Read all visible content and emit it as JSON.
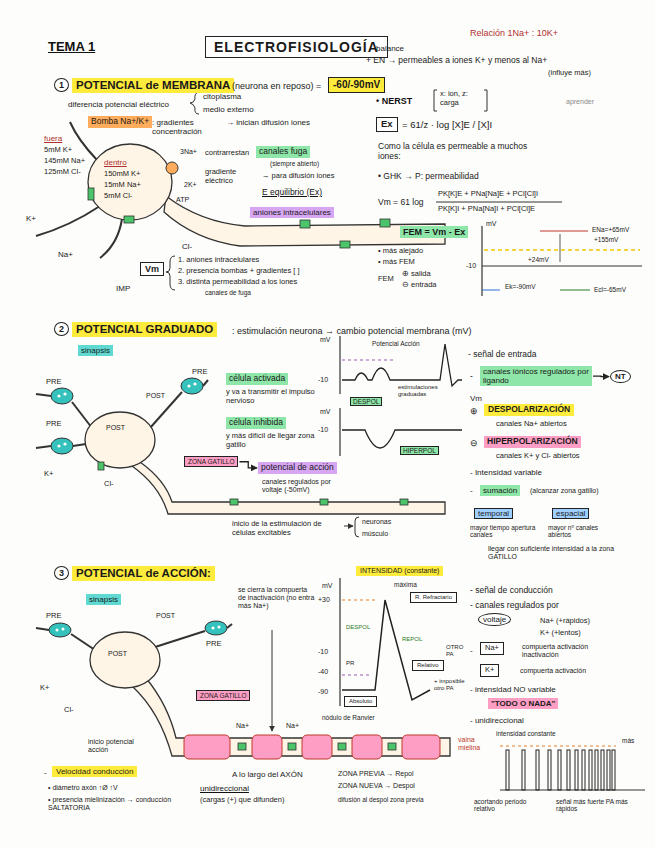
{
  "diagram": {
    "title": "ELECTROFISIOLOGÍA",
    "nodes": [
      {
        "text": [
          "1"
        ]
      },
      {
        "text": [
          "POTENCIAL de MEMBRANA"
        ]
      },
      {
        "text": [
          "-60/-90mV"
        ]
      },
      {
        "text": [
          "Bomba Na+/K+"
        ]
      },
      {
        "text": [
          "canales fuga"
        ]
      },
      {
        "text": [
          "Ex"
        ]
      },
      {
        "text": [
          "aniones intracelulares"
        ]
      },
      {
        "text": [
          "FEM = Vm - Ex"
        ]
      },
      {
        "text": [
          "Vm"
        ]
      },
      {
        "text": [
          "2"
        ]
      },
      {
        "text": [
          "POTENCIAL GRADUADO"
        ]
      },
      {
        "text": [
          "sinapsis"
        ]
      },
      {
        "text": [
          "célula activada"
        ]
      },
      {
        "text": [
          "canales iónicos regulados por ligando"
        ]
      },
      {
        "text": [
          "NT"
        ]
      },
      {
        "text": [
          "DESPOL"
        ]
      },
      {
        "text": [
          "DESPOLARIZACIÓN"
        ]
      },
      {
        "text": [
          "célula inhibida"
        ]
      },
      {
        "text": [
          "HIPERPOL"
        ]
      },
      {
        "text": [
          "HIPERPOLARIZACIÓN"
        ]
      },
      {
        "text": [
          "ZONA GATILLO"
        ]
      },
      {
        "text": [
          "potencial de acción"
        ]
      },
      {
        "text": [
          "sumación"
        ]
      },
      {
        "text": [
          "temporal"
        ]
      },
      {
        "text": [
          "espacial"
        ]
      },
      {
        "text": [
          "3"
        ]
      },
      {
        "text": [
          "POTENCIAL de ACCIÓN:"
        ]
      },
      {
        "text": [
          "INTENSIDAD (constante)"
        ]
      },
      {
        "text": [
          "sinapsis"
        ]
      },
      {
        "text": [
          "R. Refractario"
        ]
      },
      {
        "text": [
          "voltaje"
        ]
      },
      {
        "text": [
          "Na+"
        ]
      },
      {
        "text": [
          "Relativo"
        ]
      },
      {
        "text": [
          "K+"
        ]
      },
      {
        "text": [
          "ZONA GATILLO"
        ]
      },
      {
        "text": [
          "Absoluto"
        ]
      },
      {
        "text": [
          "\"TODO O NADA\""
        ]
      },
      {
        "text": [
          "Velocidad conducción"
        ]
      }
    ],
    "edges": [
      {
        "from": 13,
        "to": 14,
        "arrow": "to"
      },
      {
        "from": 20,
        "to": 21,
        "arrow": "to"
      }
    ],
    "labels": [
      "TEMA 1",
      "Relación 1Na+ : 10K+",
      "balance",
      "+ EN → permeables a iones K+ y menos al Na+",
      "(influye más)",
      "(neurona en reposo) =",
      "diferencia potencial eléctrico",
      "citoplasma",
      "medio externo",
      ": gradientes concentración",
      "→ inician difusión iones",
      "contrarrestan",
      "(siempre abierto)",
      "gradiente eléctrico",
      "→ para difusión iones",
      "E equilibrio (Ex)",
      "fuera",
      "5mM K+",
      "145mM Na+",
      "125mM Cl-",
      "dentro",
      "150mM K+",
      "15mM Na+",
      "5mM Cl-",
      "3Na+",
      "2K+",
      "ATP",
      "K+",
      "Na+",
      "Cl-",
      "1. aniones intracelulares",
      "2. presencia bombas + gradientes [ ]",
      "3. distinta permeabilidad a los iones",
      "canales de fuga",
      "IMP",
      "• NERST",
      "x: ion, z: carga",
      "aprender",
      "= 61/z · log [X]E / [X]I",
      "Como la célula es permeable a muchos iones:",
      "• GHK → P: permeabilidad",
      "Vm = 61 log",
      "PK[K]E + PNa[Na]E + PCl[Cl]I",
      "PK[K]I + PNa[Na]I + PCl[Cl]E",
      "• más alejado",
      "• más FEM",
      "FEM",
      "⊕ salida",
      "⊖ entrada",
      "mV",
      "-10",
      "ENa=+65mV",
      "+155mV",
      "+24mV",
      "Ek=-90mV",
      "Ecl=-65mV",
      ": estimulación neurona → cambio potencial membrana (mV)",
      "PRE",
      "POST",
      "PRE",
      "POST",
      "PRE",
      "K+",
      "Cl-",
      "y va a transmitir el impulso nervioso",
      "y más difícil de llegar zona gatillo",
      "canales regulados por voltaje (-50mV)",
      "inicio de la estimulación de células excitables",
      "neuronas",
      "músculo",
      "mV",
      "-10",
      "Potencial Acción",
      "estimulaciones graduadas",
      "mV",
      "-10",
      "- señal de entrada",
      "-",
      "Vm",
      "⊕",
      "canales Na+ abiertos",
      "⊖",
      "canales K+ y Cl- abiertos",
      "- Intensidad variable",
      "-",
      "(alcanzar zona gatillo)",
      "mayor tiempo apertura canales",
      "mayor nº canales abiertos",
      "llegar con suficiente intensidad a la zona GATILLO",
      "PRE",
      "POST",
      "PRE",
      "POST",
      "K+",
      "Cl-",
      "se cierra la compuerta de inactivación (no entra más Na+)",
      "inicio potencial acción",
      "Na+",
      "Na+",
      "nódulo de Ranvier",
      "vaina mielina",
      "A lo largo del AXÓN",
      "unidireccional",
      "(cargas (+) que difunden)",
      "ZONA PREVIA → Repol",
      "ZONA NUEVA → Despol",
      "difusión al despol zona previa",
      "-",
      "• diámetro axón ↑Ø ↑V",
      "• presencia mielinización → conducción SALTATORIA",
      "máxima",
      "mV",
      "+30",
      "-10",
      "-40",
      "-90",
      "DESPOL",
      "REPOL",
      "PR",
      "OTRO PA",
      "+ imposible otro PA",
      "- señal de conducción",
      "- canales regulados por",
      "Na+ (+rápidos)",
      "K+ (+lentos)",
      "-",
      "compuerta activación inactivación",
      "compuerta activación",
      "- intensidad NO variable",
      "- unidireccional",
      "intensidad constante",
      "más",
      "acortando periodo relativo",
      "señal más fuerte PA más rápidos"
    ]
  }
}
